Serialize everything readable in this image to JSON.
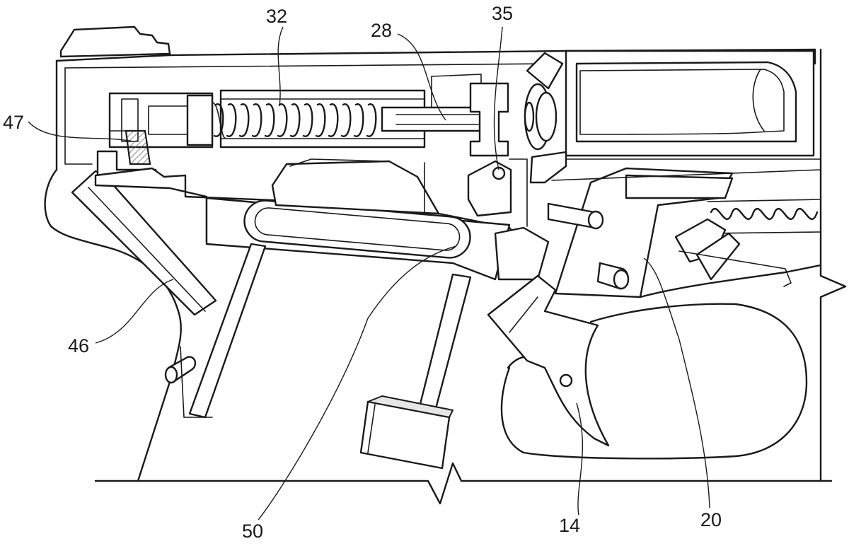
{
  "figure": {
    "title": "Trigger mechanism cross-section",
    "labels": {
      "l32": "32",
      "l28": "28",
      "l35": "35",
      "l47": "47",
      "l46": "46",
      "l50": "50",
      "l14": "14",
      "l20": "20"
    },
    "colors": {
      "line": "#1a1a1a",
      "background": "#ffffff",
      "hatch": "#555555"
    }
  }
}
